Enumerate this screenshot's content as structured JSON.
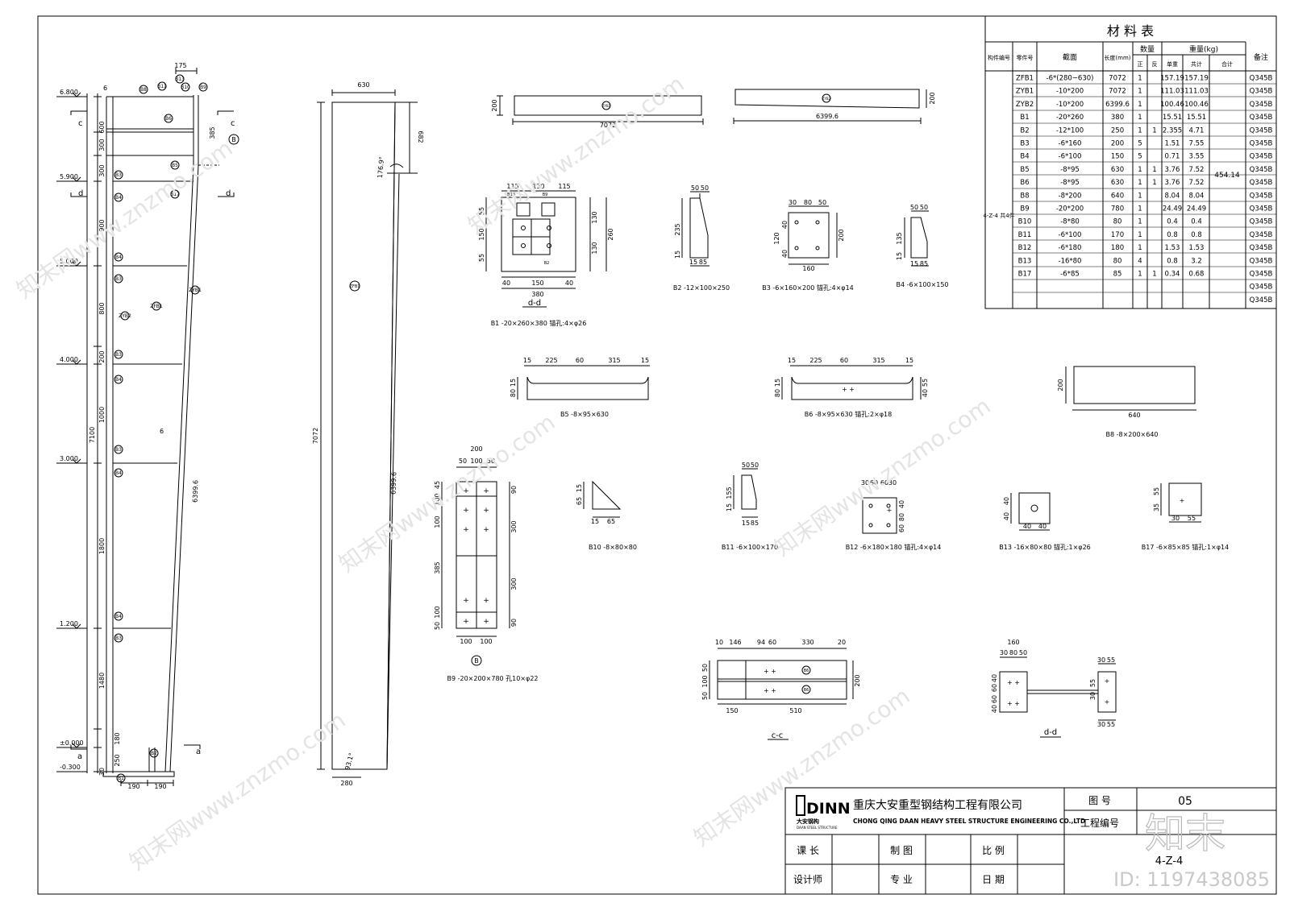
{
  "elevations": [
    "6.800",
    "5.900",
    "5.000",
    "4.000",
    "3.000",
    "1.200",
    "±0.000",
    "-0.300"
  ],
  "segments": [
    "600",
    "300",
    "300",
    "900",
    "800",
    "200",
    "1000",
    "1800",
    "1480",
    "180",
    "250",
    "30"
  ],
  "col_total": "7100",
  "col_marks": {
    "top_width": "175",
    "top_weld": "6",
    "sec_c": "c",
    "sec_d": "d",
    "sec_a": "a",
    "tag_b": "B",
    "mid_weld": "6",
    "zfb1_len": "6399.6",
    "mid_dim": "385",
    "base_dims": [
      "190",
      "190"
    ],
    "refs": [
      "B8",
      "B11",
      "B13",
      "B10",
      "B9",
      "B6",
      "B5",
      "B3",
      "B4",
      "B17",
      "B4",
      "B3",
      "B3",
      "B4",
      "B3",
      "B4",
      "B4",
      "B3",
      "B2",
      "B1",
      "ZYB2",
      "ZFB1",
      "ZYB1"
    ],
    "small_dims": [
      "40",
      "40",
      "145",
      "300",
      "200",
      "5",
      "0",
      "10",
      "8"
    ]
  },
  "flange": {
    "top": "630",
    "bottom": "280",
    "left": "7072",
    "right": "6399.6",
    "angle_top": "176.9°",
    "angle_bottom": "93.1°",
    "dim_682": "682",
    "tag": "ZFB1"
  },
  "strip1": {
    "h": "200",
    "len": "7072",
    "tag": "ZYB1"
  },
  "strip2": {
    "h": "200",
    "len": "6399.6",
    "tag": "ZYB2"
  },
  "b1": {
    "top": [
      "115",
      "150",
      "115"
    ],
    "bottom": [
      "40",
      "150",
      "40"
    ],
    "total": "380",
    "left": [
      "55",
      "150",
      "55"
    ],
    "right": [
      "130",
      "130"
    ],
    "total_h": "260",
    "section": "d-d",
    "caption": "B1 -20×260×380 锚孔:4×φ26",
    "tags": [
      "B13",
      "B9",
      "B2"
    ]
  },
  "plates_row1": [
    {
      "dims": [
        "50",
        "50",
        "235",
        "15",
        "15",
        "85"
      ],
      "caption": "B2 -12×100×250"
    },
    {
      "dims": [
        "30",
        "80",
        "50",
        "40",
        "120",
        "40",
        "200",
        "160"
      ],
      "caption": "B3 -6×160×200 锚孔:4×φ14"
    },
    {
      "dims": [
        "50",
        "50",
        "135",
        "15",
        "15",
        "85"
      ],
      "caption": "B4 -6×100×150"
    }
  ],
  "b5": {
    "dims": [
      "15",
      "225",
      "60",
      "315",
      "15"
    ],
    "side": [
      "80",
      "15"
    ],
    "caption": "B5 -8×95×630"
  },
  "b6": {
    "dims": [
      "15",
      "225",
      "60",
      "315",
      "15"
    ],
    "side": [
      "80",
      "15",
      "40",
      "55"
    ],
    "caption": "B6 -8×95×630 锚孔:2×φ18"
  },
  "b8": {
    "h": "200",
    "w": "640",
    "caption": "B8 -8×200×640"
  },
  "b9": {
    "top": "200",
    "top_parts": [
      "50",
      "100",
      "50"
    ],
    "left": [
      "100",
      "45",
      "100",
      "385",
      "50",
      "100"
    ],
    "right": [
      "90",
      "300",
      "300",
      "90"
    ],
    "bottom": [
      "100",
      "100"
    ],
    "tag": "B",
    "caption": "B9 -20×200×780 孔10×φ22"
  },
  "plates_row2": [
    {
      "dims": [
        "15",
        "65",
        "15",
        "65"
      ],
      "caption": "B10 -8×80×80"
    },
    {
      "dims": [
        "50",
        "50",
        "155",
        "15",
        "15",
        "85"
      ],
      "caption": "B11 -6×100×170"
    },
    {
      "dims": [
        "30",
        "60",
        "60",
        "30",
        "40",
        "80",
        "60"
      ],
      "caption": "B12 -6×180×180 锚孔:4×φ14"
    },
    {
      "dims": [
        "40",
        "40",
        "40",
        "40"
      ],
      "caption": "B13 -16×80×80 锚孔:1×φ26"
    },
    {
      "dims": [
        "55",
        "35",
        "30",
        "55"
      ],
      "caption": "B17 -6×85×85 锚孔:1×φ14"
    }
  ],
  "cc": {
    "top": [
      "10",
      "146",
      "94",
      "60",
      "330",
      "20"
    ],
    "left": [
      "50",
      "100",
      "50"
    ],
    "right": "200",
    "bottom": [
      "150",
      "510"
    ],
    "tags": [
      "B6",
      "B6"
    ],
    "label": "c-c"
  },
  "dd": {
    "top": "160",
    "top_parts": [
      "30",
      "80",
      "50"
    ],
    "left": [
      "40",
      "60",
      "60",
      "40"
    ],
    "right_top": [
      "30",
      "55"
    ],
    "right_mid": [
      "55",
      "30"
    ],
    "right_bottom": [
      "30",
      "55"
    ],
    "label": "d-d"
  },
  "table": {
    "title": "材  料  表",
    "headers": {
      "member": "构件编号",
      "part": "零件号",
      "spec": "截面",
      "length": "长度(mm)",
      "qty": "数量",
      "qty_pos": "正",
      "qty_neg": "反",
      "weight": "重量(kg)",
      "unit": "单重",
      "total": "共计",
      "sum": "合计",
      "note": "备注"
    },
    "member_id": "4-Z-4 共4件",
    "sum_value": "454.14",
    "rows": [
      [
        "ZFB1",
        "-6*(280~630)",
        "7072",
        "1",
        "",
        "157.19",
        "157.19",
        "Q345B"
      ],
      [
        "ZYB1",
        "-10*200",
        "7072",
        "1",
        "",
        "111.03",
        "111.03",
        "Q345B"
      ],
      [
        "ZYB2",
        "-10*200",
        "6399.6",
        "1",
        "",
        "100.46",
        "100.46",
        "Q345B"
      ],
      [
        "B1",
        "-20*260",
        "380",
        "1",
        "",
        "15.51",
        "15.51",
        "Q345B"
      ],
      [
        "B2",
        "-12*100",
        "250",
        "1",
        "1",
        "2.355",
        "4.71",
        "Q345B"
      ],
      [
        "B3",
        "-6*160",
        "200",
        "5",
        "",
        "1.51",
        "7.55",
        "Q345B"
      ],
      [
        "B4",
        "-6*100",
        "150",
        "5",
        "",
        "0.71",
        "3.55",
        "Q345B"
      ],
      [
        "B5",
        "-8*95",
        "630",
        "1",
        "1",
        "3.76",
        "7.52",
        "Q345B"
      ],
      [
        "B6",
        "-8*95",
        "630",
        "1",
        "1",
        "3.76",
        "7.52",
        "Q345B"
      ],
      [
        "B8",
        "-8*200",
        "640",
        "1",
        "",
        "8.04",
        "8.04",
        "Q345B"
      ],
      [
        "B9",
        "-20*200",
        "780",
        "1",
        "",
        "24.49",
        "24.49",
        "Q345B"
      ],
      [
        "B10",
        "-8*80",
        "80",
        "1",
        "",
        "0.4",
        "0.4",
        "Q345B"
      ],
      [
        "B11",
        "-6*100",
        "170",
        "1",
        "",
        "0.8",
        "0.8",
        "Q345B"
      ],
      [
        "B12",
        "-6*180",
        "180",
        "1",
        "",
        "1.53",
        "1.53",
        "Q345B"
      ],
      [
        "B13",
        "-16*80",
        "80",
        "4",
        "",
        "0.8",
        "3.2",
        "Q345B"
      ],
      [
        "B17",
        "-6*85",
        "85",
        "1",
        "1",
        "0.34",
        "0.68",
        "Q345B"
      ],
      [
        "",
        "",
        "",
        "",
        "",
        "",
        "",
        "Q345B"
      ],
      [
        "",
        "",
        "",
        "",
        "",
        "",
        "",
        "Q345B"
      ]
    ]
  },
  "title_block": {
    "logo_text": "DINN",
    "logo_sub": "大安钢构",
    "logo_sub_en": "DAAN STEEL STRUCTURE",
    "company_cn": "重庆大安重型钢结构工程有限公司",
    "company_en": "CHONG QING DAAN HEAVY STEEL STRUCTURE ENGINEERING CO.,LTD",
    "drawing_no_label": "图  号",
    "drawing_no": "05",
    "project_no_label": "工程编号",
    "section_chief": "课  长",
    "drafter": "制  图",
    "scale": "比  例",
    "designer": "设计师",
    "discipline": "专  业",
    "date": "日  期",
    "sheet": "4-Z-4"
  },
  "watermark": {
    "brand": "知末",
    "id": "ID: 1197438085",
    "site": "知末网www.znzmo.com"
  }
}
